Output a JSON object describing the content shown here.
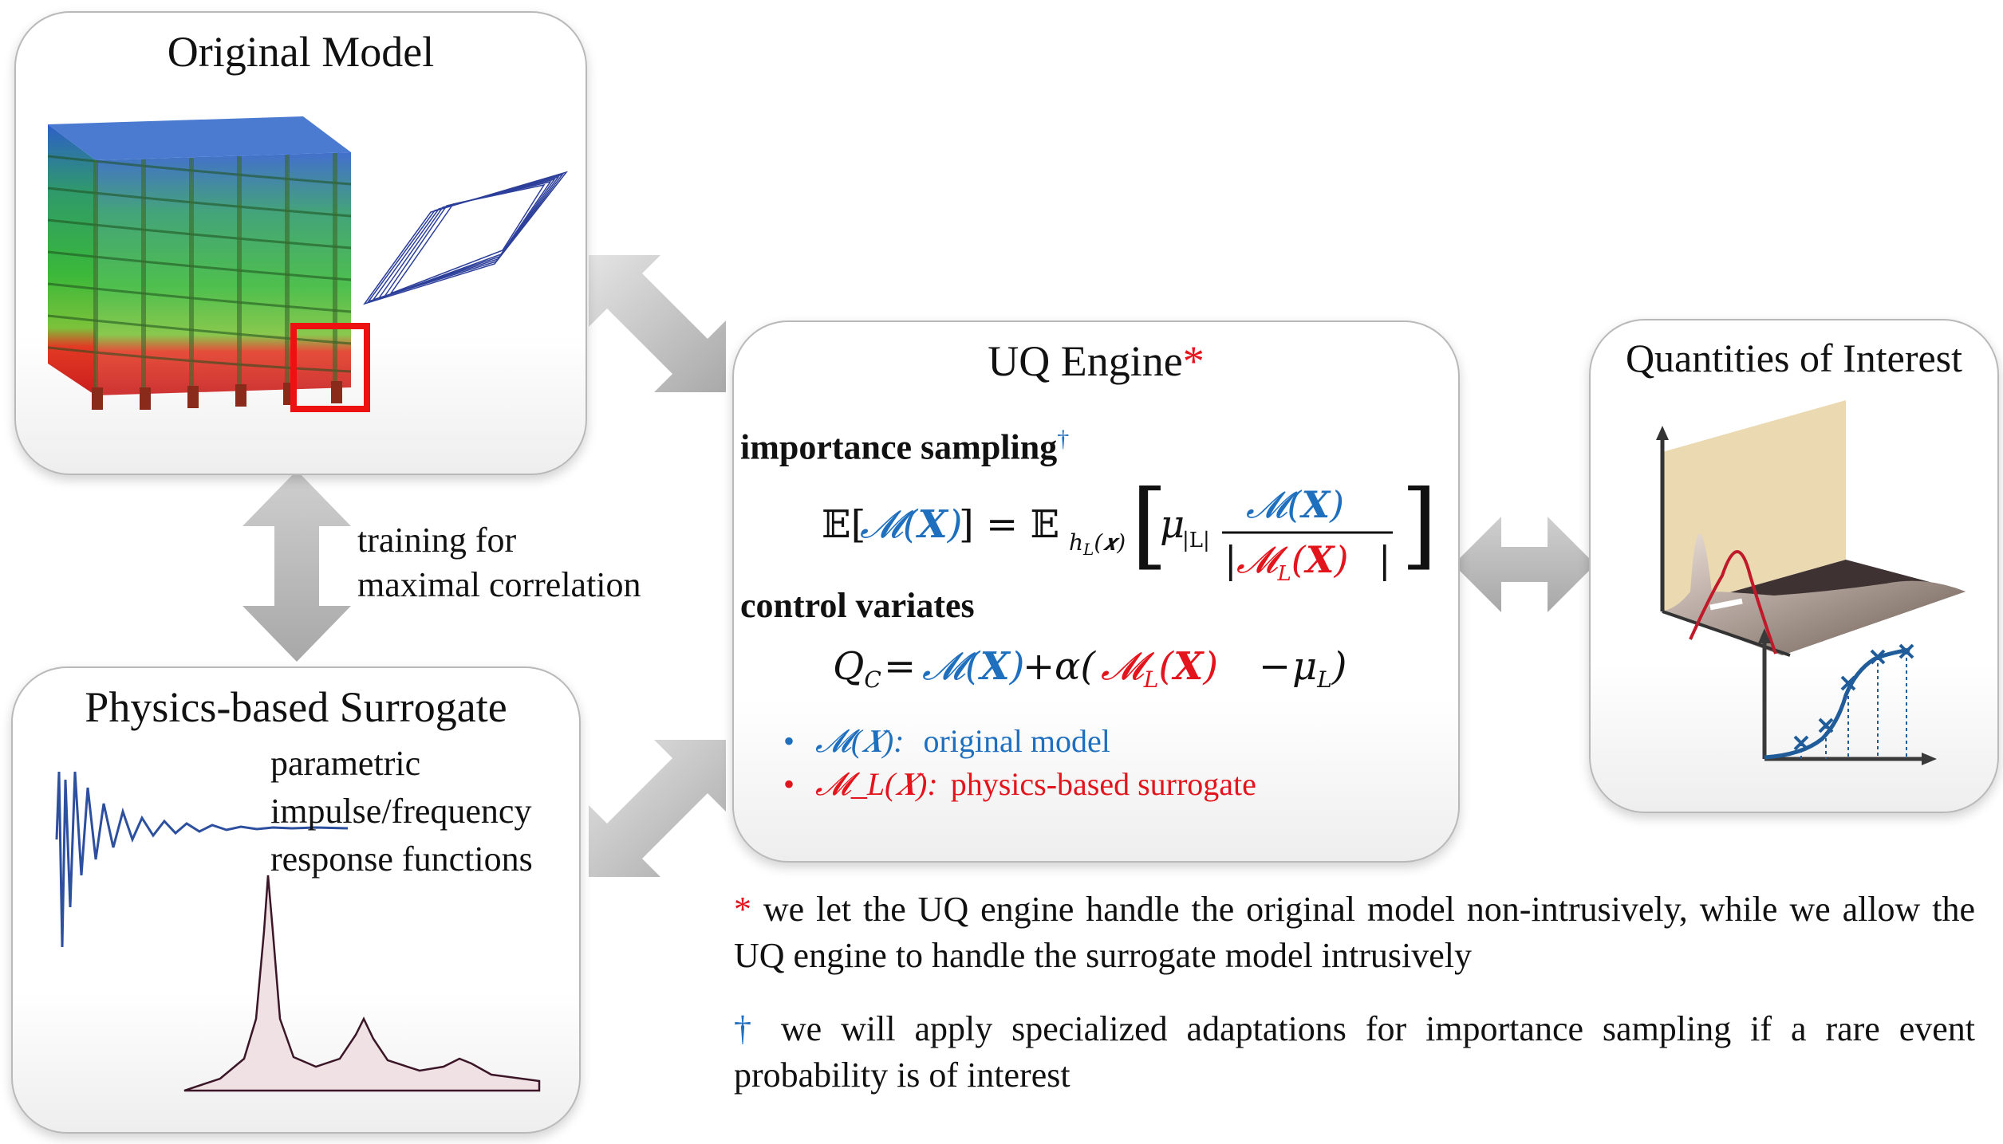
{
  "panels": {
    "original": {
      "title": "Original Model"
    },
    "surrogate": {
      "title": "Physics-based Surrogate",
      "lines": [
        "parametric",
        "impulse/frequency",
        "response functions"
      ]
    },
    "uq": {
      "title": "UQ Engine",
      "title_mark": "*",
      "importance_label": "importance sampling",
      "importance_mark": "†",
      "control_label": "control variates",
      "formula_is": "𝔼[𝓜(𝑿)] = 𝔼_{h_L(𝒙)} [ μ_{|L|} 𝓜(𝑿) / |𝓜_L(𝑿)| ]",
      "formula_cv": "Q_C = 𝓜(𝑿) + α(𝓜_L(𝑿) − μ_L)",
      "bullet1_math": "𝓜(𝑿):",
      "bullet1_text": "original model",
      "bullet2_math": "𝓜_L(𝑿):",
      "bullet2_text": "physics-based surrogate"
    },
    "qoi": {
      "title": "Quantities of Interest"
    }
  },
  "arrow_label": [
    "training for",
    "maximal correlation"
  ],
  "footnotes": {
    "star_mark": "*",
    "star_text": "we let the UQ engine handle the original model non-intrusively, while we allow the UQ engine to handle the surrogate model intrusively",
    "dagger_mark": "†",
    "dagger_text": "we will apply specialized adaptations for importance sampling if a rare event probability is of interest"
  },
  "colors": {
    "blue": "#1f6fbf",
    "red": "#e3141b",
    "arrow": "#c8c8c8",
    "panel_border": "#b9b9b9"
  }
}
